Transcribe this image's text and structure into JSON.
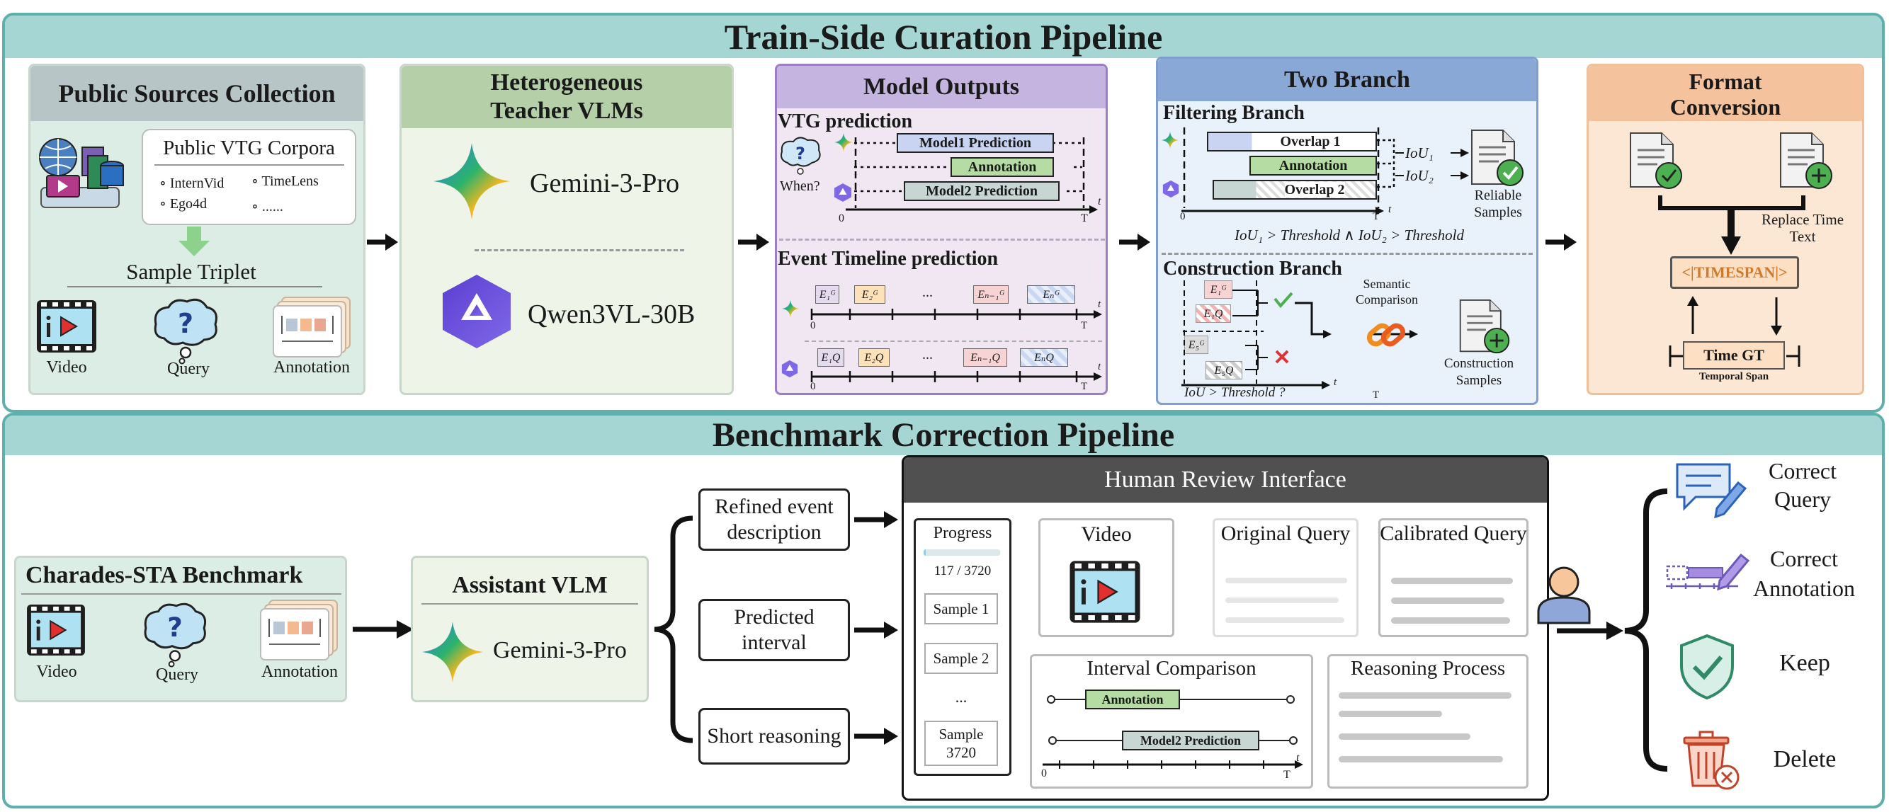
{
  "colors": {
    "teal_border": "#5fb0ad",
    "banner": "#a6d6d3",
    "card1": "#dcede6",
    "card2": "#eef5e8",
    "card3": "#f1e7f3",
    "card4": "#e9f2fb",
    "card5": "#fce7d4",
    "head1": "#b8c5c6",
    "head2": "#b5cfa8",
    "head3": "#c6b4e0",
    "head4": "#8aa8d6",
    "head5": "#f4c29c",
    "predict_blue": "#c9d3f2",
    "annot_green": "#b5dca2",
    "model2_gray": "#c8d6d3",
    "hri_head": "#505050"
  },
  "train": {
    "title": "Train-Side Curation Pipeline",
    "public": {
      "title": "Public Sources Collection",
      "corpora_title": "Public VTG Corpora",
      "corpora": [
        "InternVid",
        "TimeLens",
        "Ego4d",
        "......"
      ],
      "triplet_label": "Sample Triplet",
      "items": [
        "Video",
        "Query",
        "Annotation"
      ],
      "icons": [
        "database-icon",
        "video-icon",
        "query-bubble-icon",
        "annotation-icon"
      ]
    },
    "teachers": {
      "title": "Heterogeneous Teacher VLMs",
      "models": [
        "Gemini-3-Pro",
        "Qwen3VL-30B"
      ],
      "icons": [
        "gemini-star-icon",
        "qwen-icon"
      ]
    },
    "outputs": {
      "title": "Model Outputs",
      "vtg_label": "VTG prediction",
      "when": "When?",
      "bars": [
        "Model1 Prediction",
        "Annotation",
        "Model2 Prediction"
      ],
      "axis_zero": "0",
      "axis_T": "T",
      "axis_t": "t",
      "event_label": "Event Timeline prediction",
      "ellipsis": "..."
    },
    "branch": {
      "title": "Two Branch",
      "filter_label": "Filtering Branch",
      "bars": [
        "Overlap 1",
        "Annotation",
        "Overlap 2"
      ],
      "iou1": "IoU₁",
      "iou2": "IoU₂",
      "reliable": "Reliable Samples",
      "condition": "IoU₁ > Threshold  ∧ IoU₂ > Threshold",
      "construct_label": "Construction Branch",
      "semantic": "Semantic Comparison",
      "construct_samples": "Construction Samples",
      "iou_question": "IoU > Threshold ?"
    },
    "format": {
      "title": "Format Conversion",
      "replace": "Replace Time Text",
      "timespan": "<|TIMESPAN|>",
      "time_gt": "Time GT",
      "temporal_span": "Temporal Span"
    }
  },
  "bench": {
    "title": "Benchmark Correction Pipeline",
    "charades": {
      "title": "Charades-STA Benchmark",
      "items": [
        "Video",
        "Query",
        "Annotation"
      ]
    },
    "assistant": {
      "title": "Assistant VLM",
      "model": "Gemini-3-Pro"
    },
    "outputs": [
      "Refined event description",
      "Predicted interval",
      "Short reasoning"
    ],
    "hri": {
      "title": "Human Review Interface",
      "progress": "Progress",
      "progress_value": 0.0314,
      "progress_text": "117 / 3720",
      "samples": [
        "Sample 1",
        "Sample 2",
        "...",
        "Sample 3720"
      ],
      "video": "Video",
      "original": "Original Query",
      "calibrated": "Calibrated Query",
      "interval": "Interval Comparison",
      "annotation": "Annotation",
      "model2": "Model2 Prediction",
      "reasoning": "Reasoning Process",
      "axis_zero": "0",
      "axis_T": "T",
      "axis_t": "t"
    },
    "actions": [
      "Correct Query",
      "Correct Annotation",
      "Keep",
      "Delete"
    ],
    "action_icons": [
      "edit-query-icon",
      "edit-annotation-icon",
      "shield-check-icon",
      "trash-icon"
    ],
    "reviewer_icon": "person-icon"
  }
}
